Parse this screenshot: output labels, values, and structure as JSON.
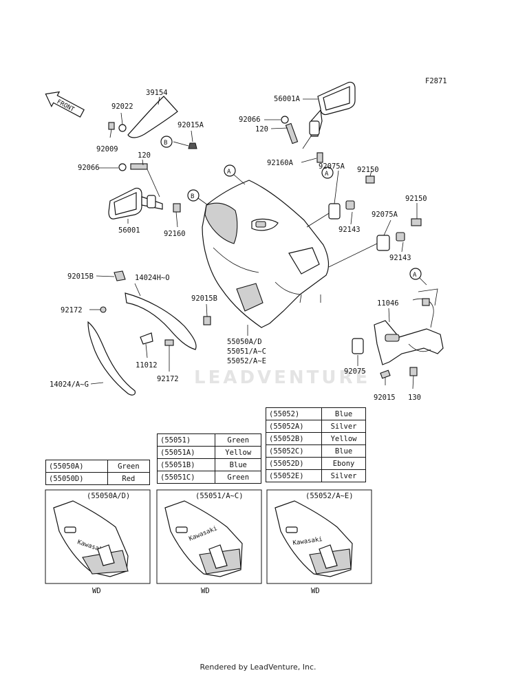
{
  "figure_id": "F2871",
  "front_label": "FRONT",
  "watermark": "LEADVENTURE",
  "footer": "Rendered by LeadVenture, Inc.",
  "callouts": {
    "A": "A",
    "B": "B"
  },
  "labels": {
    "p39154": "39154",
    "p92022": "92022",
    "p92009": "92009",
    "p92015A": "92015A",
    "p92066_l": "92066",
    "p120_l": "120",
    "p56001": "56001",
    "p92160": "92160",
    "p56001A": "56001A",
    "p92066_r": "92066",
    "p120_r": "120",
    "p92160A": "92160A",
    "p92150_a": "92150",
    "p92075A_a": "92075A",
    "p92143_a": "92143",
    "p92150_b": "92150",
    "p92075A_b": "92075A",
    "p92143_b": "92143",
    "p92015B_l": "92015B",
    "p14024H": "14024H~O",
    "p92172_l": "92172",
    "p92015B_r": "92015B",
    "p55050": "55050A/D",
    "p55051": "55051/A~C",
    "p55052": "55052/A~E",
    "p11046": "11046",
    "p92075": "92075",
    "p92015": "92015",
    "p130": "130",
    "p11012": "11012",
    "p92172_r": "92172",
    "p14024": "14024/A~G"
  },
  "tables": {
    "t55050": {
      "rows": [
        {
          "code": "(55050A)",
          "color": "Green"
        },
        {
          "code": "(55050D)",
          "color": "Red"
        }
      ]
    },
    "t55051": {
      "rows": [
        {
          "code": "(55051)",
          "color": "Green"
        },
        {
          "code": "(55051A)",
          "color": "Yellow"
        },
        {
          "code": "(55051B)",
          "color": "Blue"
        },
        {
          "code": "(55051C)",
          "color": "Green"
        }
      ]
    },
    "t55052": {
      "rows": [
        {
          "code": "(55052)",
          "color": "Blue"
        },
        {
          "code": "(55052A)",
          "color": "Silver"
        },
        {
          "code": "(55052B)",
          "color": "Yellow"
        },
        {
          "code": "(55052C)",
          "color": "Blue"
        },
        {
          "code": "(55052D)",
          "color": "Ebony"
        },
        {
          "code": "(55052E)",
          "color": "Silver"
        }
      ]
    }
  },
  "variants": [
    {
      "title": "(55050A/D)",
      "brand": "Kawasaki",
      "caption": "WD"
    },
    {
      "title": "(55051/A~C)",
      "brand": "Kawasaki",
      "caption": "WD"
    },
    {
      "title": "(55052/A~E)",
      "brand": "Kawasaki",
      "caption": "WD"
    }
  ]
}
